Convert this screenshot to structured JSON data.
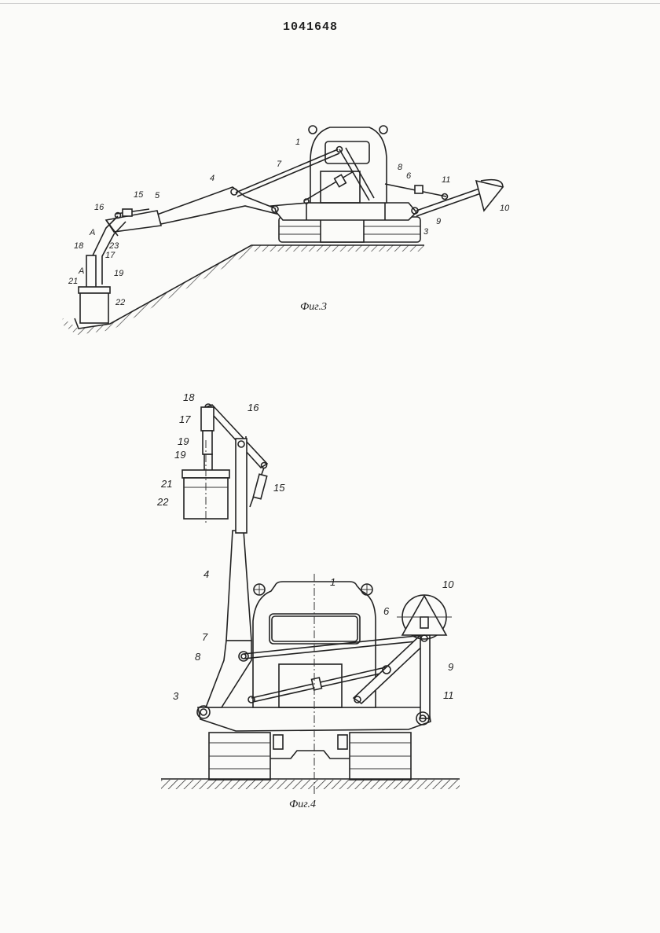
{
  "document": {
    "patent_number": "1041648",
    "figures": [
      {
        "id": "fig3",
        "caption": "Фиг.3",
        "labels": [
          "1",
          "3",
          "4",
          "5",
          "6",
          "7",
          "8",
          "9",
          "10",
          "11",
          "15",
          "16",
          "17",
          "18",
          "19",
          "21",
          "22",
          "23",
          "A",
          "A"
        ]
      },
      {
        "id": "fig4",
        "caption": "Фиг.4",
        "labels": [
          "1",
          "3",
          "4",
          "6",
          "7",
          "8",
          "9",
          "10",
          "11",
          "15",
          "16",
          "17",
          "18",
          "19",
          "19",
          "21",
          "22"
        ]
      }
    ]
  },
  "fig3": {
    "caption": "Фиг.3",
    "l1": "1",
    "l3": "3",
    "l4": "4",
    "l5": "5",
    "l6": "6",
    "l7": "7",
    "l8": "8",
    "l9": "9",
    "l10": "10",
    "l11": "11",
    "l15": "15",
    "l16": "16",
    "l17": "17",
    "l18": "18",
    "l19": "19",
    "l21": "21",
    "l22": "22",
    "l23": "23",
    "lA1": "A",
    "lA2": "A"
  },
  "fig4": {
    "caption": "Фиг.4",
    "l1": "1",
    "l3": "3",
    "l4": "4",
    "l6": "6",
    "l7": "7",
    "l8": "8",
    "l9": "9",
    "l10": "10",
    "l11": "11",
    "l15": "15",
    "l16": "16",
    "l17": "17",
    "l18": "18",
    "l19a": "19",
    "l19b": "19",
    "l21": "21",
    "l22": "22"
  }
}
